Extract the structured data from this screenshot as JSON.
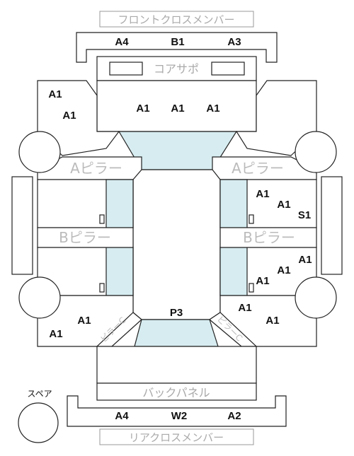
{
  "labels": {
    "front_cross_member": "フロントクロスメンバー",
    "core_support": "コアサポ",
    "a_pillar": "Aピラー",
    "b_pillar": "Bピラー",
    "c_pillar": "ピラーC",
    "back_panel": "バックパネル",
    "rear_cross_member": "リアクロスメンバー",
    "spare": "スペア"
  },
  "codes": {
    "front_member_left": "A4",
    "front_member_center": "B1",
    "front_member_right": "A3",
    "front_left_1": "A1",
    "front_left_2": "A1",
    "hood_1": "A1",
    "hood_2": "A1",
    "hood_3": "A1",
    "right_front_door_1": "A1",
    "right_front_door_2": "A1",
    "right_front_door_3": "S1",
    "right_rear_door_1": "A1",
    "right_rear_door_2": "A1",
    "right_rear_door_3": "A1",
    "rear_right_1": "A1",
    "rear_right_2": "A1",
    "rear_left_1": "A1",
    "rear_left_2": "A1",
    "roof_rear": "P3",
    "rear_member_left": "A4",
    "rear_member_center": "W2",
    "rear_member_right": "A2"
  },
  "colors": {
    "glass": "#d6ecf0",
    "line": "#222222",
    "label_gray": "#aaaaaa"
  }
}
